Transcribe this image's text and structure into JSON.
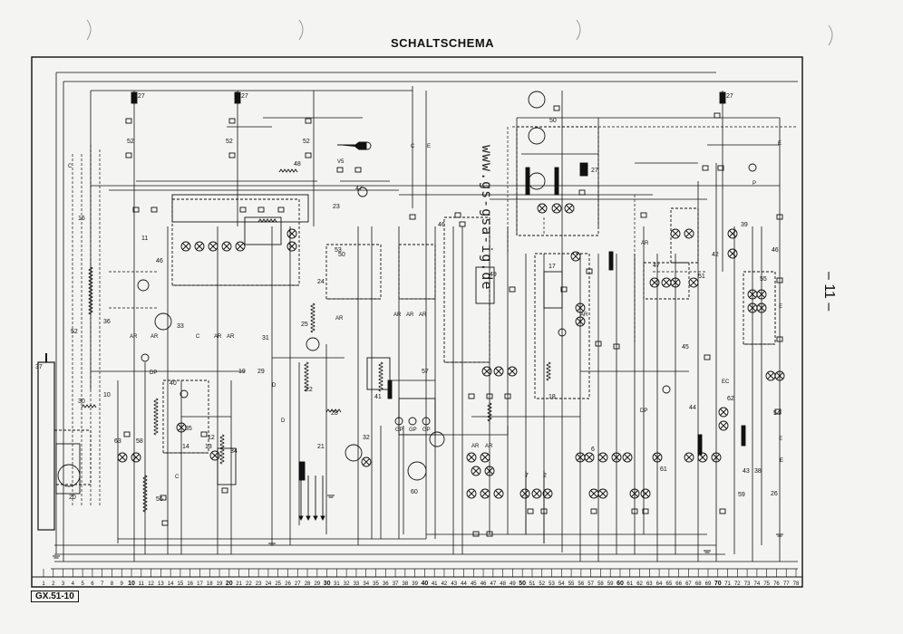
{
  "title": "SCHALTSCHEMA",
  "watermark": "www.gs-gsa-ig.de",
  "page_number": "– 11 –",
  "doc_code": "GX.51-10",
  "component_labels": [
    {
      "n": "27"
    },
    {
      "n": "27"
    },
    {
      "n": "27"
    },
    {
      "n": "27"
    },
    {
      "n": "52"
    },
    {
      "n": "52"
    },
    {
      "n": "52"
    },
    {
      "n": "47"
    },
    {
      "n": "48"
    },
    {
      "n": "16"
    },
    {
      "n": "11"
    },
    {
      "n": "46"
    },
    {
      "n": "36"
    },
    {
      "n": "52"
    },
    {
      "n": "33"
    },
    {
      "n": "37"
    },
    {
      "n": "10"
    },
    {
      "n": "30"
    },
    {
      "n": "40"
    },
    {
      "n": "35"
    },
    {
      "n": "12"
    },
    {
      "n": "31"
    },
    {
      "n": "19"
    },
    {
      "n": "29"
    },
    {
      "n": "25"
    },
    {
      "n": "22"
    },
    {
      "n": "28"
    },
    {
      "n": "24"
    },
    {
      "n": "53"
    },
    {
      "n": "23"
    },
    {
      "n": "50"
    },
    {
      "n": "46"
    },
    {
      "n": "49"
    },
    {
      "n": "57"
    },
    {
      "n": "41"
    },
    {
      "n": "32"
    },
    {
      "n": "60"
    },
    {
      "n": "14"
    },
    {
      "n": "13"
    },
    {
      "n": "34"
    },
    {
      "n": "56"
    },
    {
      "n": "63"
    },
    {
      "n": "58"
    },
    {
      "n": "20"
    },
    {
      "n": "21"
    },
    {
      "n": "50"
    },
    {
      "n": "17"
    },
    {
      "n": "18"
    },
    {
      "n": "7"
    },
    {
      "n": "2"
    },
    {
      "n": "47"
    },
    {
      "n": "44"
    },
    {
      "n": "61"
    },
    {
      "n": "45"
    },
    {
      "n": "51"
    },
    {
      "n": "42"
    },
    {
      "n": "39"
    },
    {
      "n": "46"
    },
    {
      "n": "55"
    },
    {
      "n": "62"
    },
    {
      "n": "43"
    },
    {
      "n": "38"
    },
    {
      "n": "26"
    },
    {
      "n": "59"
    },
    {
      "n": "54"
    },
    {
      "n": "6"
    }
  ],
  "wire_codes": [
    "AR",
    "AR",
    "AR",
    "AR",
    "AR",
    "AR",
    "AR",
    "AR",
    "AR",
    "AR",
    "AR",
    "AR",
    "DP",
    "DP",
    "C",
    "C",
    "C",
    "E",
    "E",
    "E",
    "E",
    "E",
    "EC",
    "P",
    "GP",
    "GP",
    "GP",
    "V5",
    "D",
    "D",
    "C"
  ],
  "grid_columns": [
    "1",
    "2",
    "3",
    "4",
    "5",
    "6",
    "7",
    "8",
    "9",
    "10",
    "11",
    "12",
    "13",
    "14",
    "15",
    "16",
    "17",
    "18",
    "19",
    "20",
    "21",
    "22",
    "23",
    "24",
    "25",
    "26",
    "27",
    "28",
    "29",
    "30",
    "31",
    "32",
    "33",
    "34",
    "35",
    "36",
    "37",
    "38",
    "39",
    "40",
    "41",
    "42",
    "43",
    "44",
    "45",
    "46",
    "47",
    "48",
    "49",
    "50",
    "51",
    "52",
    "53",
    "54",
    "55",
    "56",
    "57",
    "58",
    "59",
    "60",
    "61",
    "62",
    "63",
    "64",
    "65",
    "66",
    "67",
    "68",
    "69",
    "70",
    "71",
    "72",
    "73",
    "74",
    "75",
    "76",
    "77",
    "78"
  ],
  "colors": {
    "ink": "#111111",
    "paper": "#f4f4f2"
  }
}
